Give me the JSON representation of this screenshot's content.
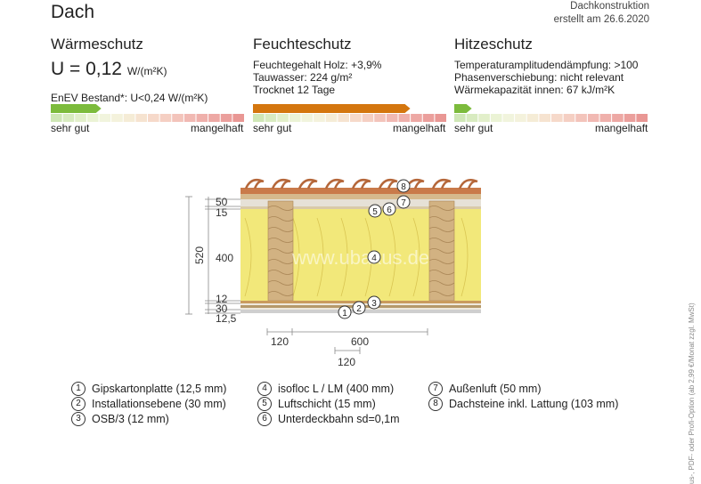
{
  "header": {
    "title": "Dach",
    "category": "Dachkonstruktion",
    "created": "erstellt am 26.6.2020"
  },
  "waermeschutz": {
    "title": "Wärmeschutz",
    "u_label": "U = 0,12",
    "u_unit": "W/(m²K)",
    "enev": "EnEV Bestand*: U<0,24 W/(m²K)",
    "rating_fraction": 0.26,
    "label_good": "sehr gut",
    "label_bad": "mangelhaft",
    "color": "#7cbb3c"
  },
  "feuchteschutz": {
    "title": "Feuchteschutz",
    "lines": [
      "Feuchtegehalt Holz: +3,9%",
      "Tauwasser: 224 g/m²",
      "Trocknet 12 Tage"
    ],
    "rating_fraction": 0.81,
    "label_good": "sehr gut",
    "label_bad": "mangelhaft",
    "color": "#d4760e"
  },
  "hitzeschutz": {
    "title": "Hitzeschutz",
    "lines": [
      "Temperaturamplitudendämpfung: >100",
      "Phasenverschiebung: nicht relevant",
      "Wärmekapazität innen: 67 kJ/m²K"
    ],
    "rating_fraction": 0.09,
    "label_good": "sehr gut",
    "label_bad": "mangelhaft",
    "color": "#7cbb3c"
  },
  "diagram": {
    "watermark": "www.ubakus.de",
    "total": "520",
    "dims_left": [
      "50",
      "15",
      "400",
      "12",
      "30",
      "12,5"
    ],
    "dims_bottom": [
      "120",
      "600",
      "120"
    ],
    "markers": [
      "1",
      "2",
      "3",
      "4",
      "5",
      "6",
      "7",
      "8"
    ]
  },
  "legend": [
    {
      "n": "1",
      "text": "Gipskartonplatte (12,5 mm)"
    },
    {
      "n": "2",
      "text": "Installationsebene (30 mm)"
    },
    {
      "n": "3",
      "text": "OSB/3 (12 mm)"
    },
    {
      "n": "4",
      "text": "isofloc L / LM (400 mm)"
    },
    {
      "n": "5",
      "text": "Luftschicht (15 mm)"
    },
    {
      "n": "6",
      "text": "Unterdeckbahn sd=0,1m"
    },
    {
      "n": "7",
      "text": "Außenluft (50 mm)"
    },
    {
      "n": "8",
      "text": "Dachsteine inkl. Lattung (103 mm)"
    }
  ],
  "side_note": "us-, PDF- oder Profi-Option (ab 2,99 €/Monat zzgl. MwSt)"
}
